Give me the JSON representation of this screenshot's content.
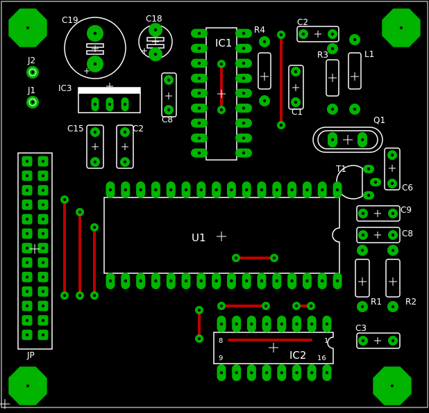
{
  "labels": {
    "c19": "C19",
    "c18": "C18",
    "r4": "R4",
    "c2_top": "C2",
    "ic1": "IC1",
    "r3": "R3",
    "l1": "L1",
    "j2": "J2",
    "j1": "J1",
    "ic3": "IC3",
    "c8_left": "C8",
    "c1": "C1",
    "c15": "C15",
    "c2_left": "C2",
    "q1": "Q1",
    "t1": "T1",
    "c6": "C6",
    "c9": "C9",
    "c8_right": "C8",
    "u1": "U1",
    "r1": "R1",
    "r2": "R2",
    "c3": "C3",
    "jp": "JP",
    "ic2": "IC2",
    "pin8": "8",
    "pin1": "1",
    "pin9": "9",
    "pin16": "16",
    "cap_plus": "+"
  },
  "colors": {
    "background": "#000000",
    "pad": "#00b400",
    "pad_hole": "#ffffff",
    "trace": "#c00000",
    "outline": "#ffffff",
    "mount_hole": "#00b400"
  }
}
